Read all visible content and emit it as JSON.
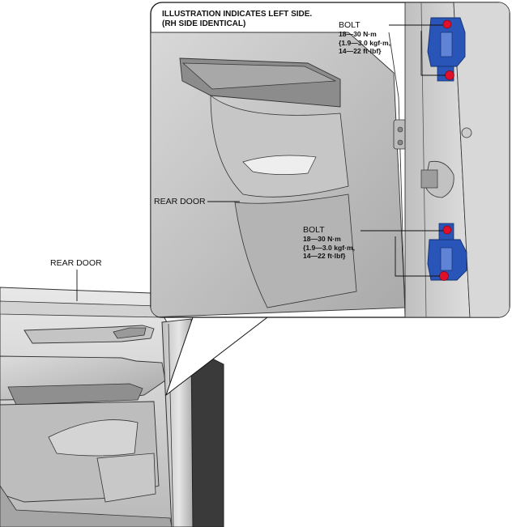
{
  "note": {
    "line1": "ILLUSTRATION INDICATES LEFT SIDE.",
    "line2": "(RH SIDE IDENTICAL)"
  },
  "labels": {
    "rear_door_main": "REAR DOOR",
    "rear_door_detail": "REAR DOOR"
  },
  "bolt_upper": {
    "title": "BOLT",
    "torque_nm": "18—30 N·m",
    "torque_kgfm": "{1.9—3.0 kgf·m,",
    "torque_ftlbf": "14—22 ft·lbf}"
  },
  "bolt_lower": {
    "title": "BOLT",
    "torque_nm": "18—30 N·m",
    "torque_kgfm": "{1.9—3.0 kgf·m,",
    "torque_ftlbf": "14—22 ft·lbf}"
  },
  "colors": {
    "hinge_blue": "#2a55b8",
    "bolt_red": "#e0102a",
    "metal_gray": "#c9c9c9",
    "dark_body": "#3a3a3a"
  }
}
